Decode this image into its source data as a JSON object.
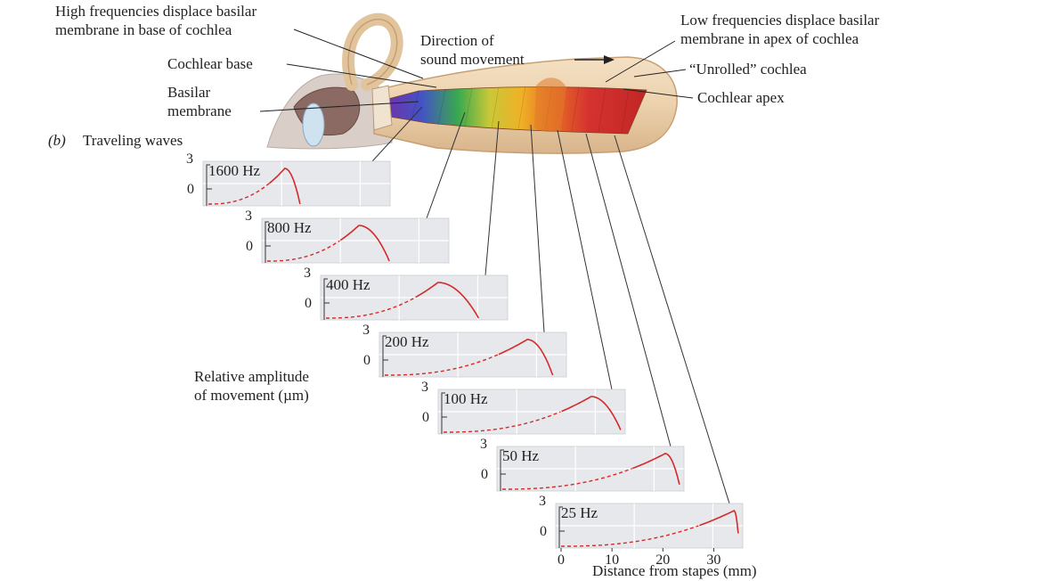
{
  "labels": {
    "high_freq_line1": "High frequencies displace basilar",
    "high_freq_line2": "membrane in base of cochlea",
    "direction_line1": "Direction of",
    "direction_line2": "sound movement",
    "low_freq_line1": "Low frequencies displace basilar",
    "low_freq_line2": "membrane in apex of cochlea",
    "unrolled": "“Unrolled” cochlea",
    "cochlear_base": "Cochlear base",
    "cochlear_apex": "Cochlear apex",
    "basilar_line1": "Basilar",
    "basilar_line2": "membrane",
    "part_label": "(b)",
    "traveling_waves": "Traveling waves",
    "rel_amp_line1": "Relative amplitude",
    "rel_amp_line2": "of movement (µm)",
    "x_axis_label": "Distance from stapes (mm)"
  },
  "colors": {
    "curve": "#d42a2a",
    "panel_bg": "#e6e8ec",
    "cochlea": "#ecd1ad",
    "cochlea_edge": "#c89f72"
  },
  "chart_data": {
    "type": "line",
    "x_unit": "mm",
    "xlim": [
      0,
      35
    ],
    "ylim": [
      0,
      3
    ],
    "y_ticks": [
      "3",
      "0"
    ],
    "x_ticks": [
      "0",
      "10",
      "20",
      "30"
    ],
    "series": [
      {
        "name": "1600 Hz",
        "peak_x": 15,
        "x_end": 18
      },
      {
        "name": "800 Hz",
        "peak_x": 18,
        "x_end": 24
      },
      {
        "name": "400 Hz",
        "peak_x": 22,
        "x_end": 30
      },
      {
        "name": "200 Hz",
        "peak_x": 28,
        "x_end": 33
      },
      {
        "name": "100 Hz",
        "peak_x": 29,
        "x_end": 35
      },
      {
        "name": "50 Hz",
        "peak_x": 32,
        "x_end": 35
      },
      {
        "name": "25 Hz",
        "peak_x": 34,
        "x_end": 35
      }
    ]
  }
}
